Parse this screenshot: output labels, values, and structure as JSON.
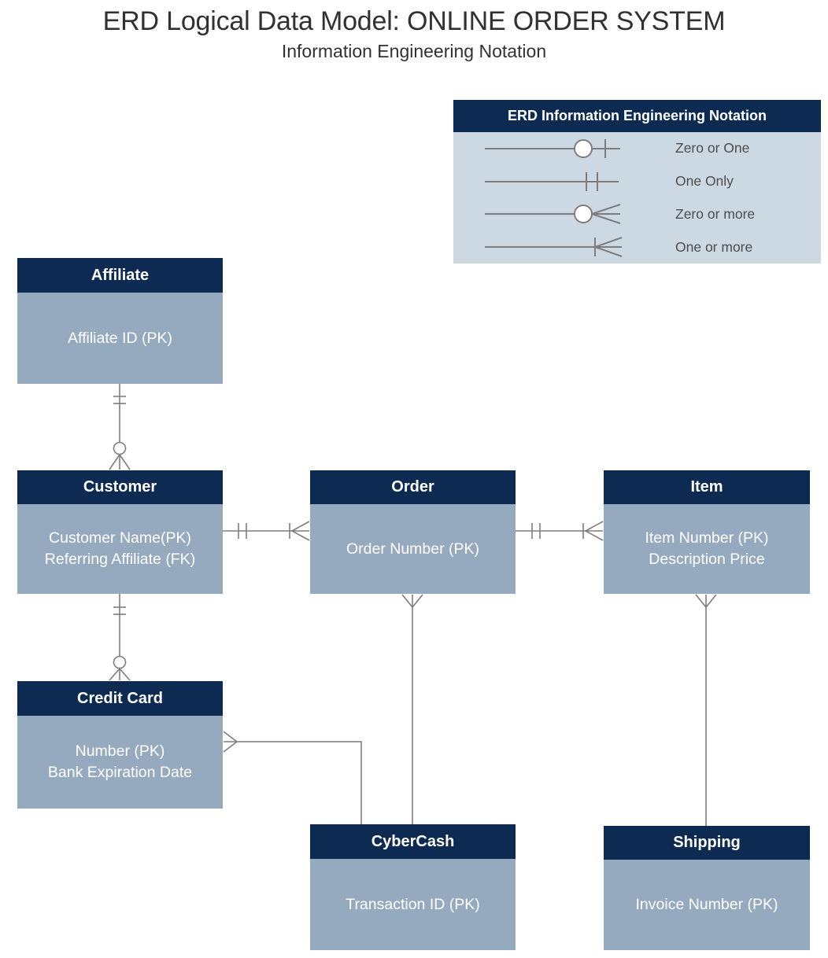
{
  "title": "ERD Logical Data Model: ONLINE ORDER SYSTEM",
  "subtitle": "Information Engineering Notation",
  "colors": {
    "navy": "#0d2b52",
    "body": "#95a9bf",
    "legend": "#ccd8e2",
    "line": "#7d7d7d",
    "text": "#313131",
    "label": "#4d4d4d"
  },
  "legend": {
    "title": "ERD Information Engineering Notation",
    "items": [
      {
        "symbol": "zero-or-one",
        "label": "Zero or One"
      },
      {
        "symbol": "one-only",
        "label": "One Only"
      },
      {
        "symbol": "zero-or-more",
        "label": "Zero or more"
      },
      {
        "symbol": "one-or-more",
        "label": "One or more"
      }
    ]
  },
  "entities": [
    {
      "id": "affiliate",
      "name": "Affiliate",
      "attributes": [
        "Affiliate ID (PK)"
      ]
    },
    {
      "id": "customer",
      "name": "Customer",
      "attributes": [
        "Customer Name(PK)",
        "Referring Affiliate (FK)"
      ]
    },
    {
      "id": "order",
      "name": "Order",
      "attributes": [
        "Order Number (PK)"
      ]
    },
    {
      "id": "item",
      "name": "Item",
      "attributes": [
        "Item Number (PK)",
        "Description Price"
      ]
    },
    {
      "id": "credit-card",
      "name": "Credit Card",
      "attributes": [
        "Number (PK)",
        "Bank Expiration Date"
      ]
    },
    {
      "id": "cybercash",
      "name": "CyberCash",
      "attributes": [
        "Transaction ID (PK)"
      ]
    },
    {
      "id": "shipping",
      "name": "Shipping",
      "attributes": [
        "Invoice Number (PK)"
      ]
    }
  ],
  "relationships": [
    {
      "from": "Affiliate",
      "to": "Customer",
      "from_cardinality": "one-only",
      "to_cardinality": "zero-or-more"
    },
    {
      "from": "Customer",
      "to": "Order",
      "from_cardinality": "one-only",
      "to_cardinality": "one-or-more"
    },
    {
      "from": "Order",
      "to": "Item",
      "from_cardinality": "one-only",
      "to_cardinality": "one-or-more"
    },
    {
      "from": "Customer",
      "to": "Credit Card",
      "from_cardinality": "one-only",
      "to_cardinality": "zero-or-more"
    },
    {
      "from": "Order",
      "to": "CyberCash",
      "from_cardinality": "many",
      "to_cardinality": "plain"
    },
    {
      "from": "Item",
      "to": "Shipping",
      "from_cardinality": "many",
      "to_cardinality": "plain"
    },
    {
      "from": "Credit Card",
      "to": "CyberCash",
      "from_cardinality": "many",
      "to_cardinality": "plain"
    }
  ]
}
